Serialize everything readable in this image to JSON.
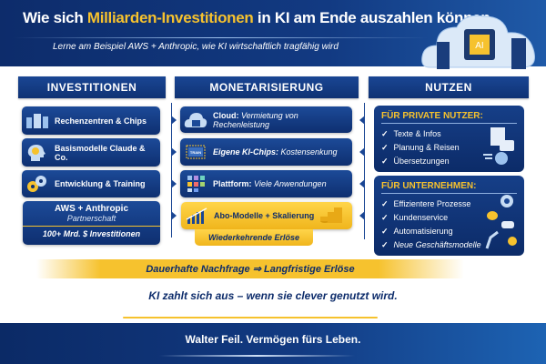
{
  "header": {
    "title_pre": "Wie sich ",
    "title_highlight": "Milliarden-Investitionen",
    "title_post": " in KI am Ende auszahlen können",
    "subtitle": "Lerne am Beispiel AWS + Anthropic, wie KI wirtschaftlich tragfähig wird",
    "chip_label": "AI"
  },
  "columns": {
    "investments": "INVESTITIONEN",
    "monetization": "MONETARISIERUNG",
    "benefits": "NUTZEN"
  },
  "investments": [
    {
      "label": "Rechenzentren & Chips",
      "icon": "server-icon"
    },
    {
      "label": "Basismodelle Claude & Co.",
      "icon": "ai-head-icon"
    },
    {
      "label": "Entwicklung & Training",
      "icon": "gears-icon"
    }
  ],
  "partnership": {
    "title": "AWS + Anthropic",
    "subtitle": "Partnerschaft",
    "amount": "100+ Mrd. $ Investitionen"
  },
  "monetization": [
    {
      "bold": "Cloud:",
      "rest": " Vermietung von Rechenleistung",
      "icon": "cloud-icon"
    },
    {
      "bold": "Eigene KI-Chips:",
      "rest": " Kostensenkung",
      "icon": "chip-icon",
      "chip_text": "TRAIN"
    },
    {
      "bold": "Plattform:",
      "rest": " Viele Anwendungen",
      "icon": "apps-grid-icon"
    },
    {
      "bold": "Abo-Modelle + Skalierung",
      "rest": "",
      "icon": "growth-chart-icon"
    }
  ],
  "recurring": "Wiederkehrende Erlöse",
  "benefits": {
    "private": {
      "heading": "FÜR PRIVATE NUTZER:",
      "items": [
        "Texte & Infos",
        "Planung & Reisen",
        "Übersetzungen"
      ]
    },
    "business": {
      "heading": "FÜR UNTERNEHMEN:",
      "items": [
        "Effizientere Prozesse",
        "Kundenservice",
        "Automatisierung",
        "Neue Geschäftsmodelle"
      ]
    }
  },
  "banner": "Dauerhafte Nachfrage ⇒ Langfristige Erlöse",
  "tagline": "KI zahlt sich aus – wenn sie clever genutzt wird.",
  "footer": "Walter Feil. Vermögen fürs Leben.",
  "colors": {
    "navy": "#0d2c6b",
    "blue": "#1a4694",
    "gold": "#f6c22e"
  }
}
